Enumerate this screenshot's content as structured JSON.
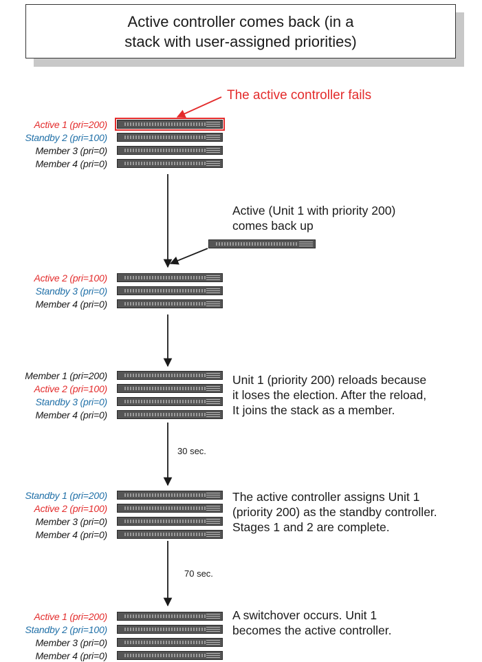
{
  "title": {
    "line1": "Active controller comes back (in a",
    "line2": "stack with user-assigned priorities)"
  },
  "stages": [
    {
      "units": [
        {
          "label": "Active 1 (pri=200)",
          "color": "#e32b2b"
        },
        {
          "label": "Standby 2 (pri=100)",
          "color": "#1f6fa7"
        },
        {
          "label": "Member 3 (pri=0)",
          "color": "#1a1a1a"
        },
        {
          "label": "Member 4 (pri=0)",
          "color": "#1a1a1a"
        }
      ]
    },
    {
      "units": [
        {
          "label": "Active 2 (pri=100)",
          "color": "#e32b2b"
        },
        {
          "label": "Standby 3 (pri=0)",
          "color": "#1f6fa7"
        },
        {
          "label": "Member 4 (pri=0)",
          "color": "#1a1a1a"
        }
      ]
    },
    {
      "units": [
        {
          "label": "Member 1 (pri=200)",
          "color": "#1a1a1a"
        },
        {
          "label": "Active 2 (pri=100)",
          "color": "#e32b2b"
        },
        {
          "label": "Standby 3 (pri=0)",
          "color": "#1f6fa7"
        },
        {
          "label": "Member 4 (pri=0)",
          "color": "#1a1a1a"
        }
      ]
    },
    {
      "units": [
        {
          "label": "Standby 1 (pri=200)",
          "color": "#1f6fa7"
        },
        {
          "label": "Active 2 (pri=100)",
          "color": "#e32b2b"
        },
        {
          "label": "Member 3 (pri=0)",
          "color": "#1a1a1a"
        },
        {
          "label": "Member 4 (pri=0)",
          "color": "#1a1a1a"
        }
      ]
    },
    {
      "units": [
        {
          "label": "Active 1 (pri=200)",
          "color": "#e32b2b"
        },
        {
          "label": "Standby 2 (pri=100)",
          "color": "#1f6fa7"
        },
        {
          "label": "Member 3 (pri=0)",
          "color": "#1a1a1a"
        },
        {
          "label": "Member 4 (pri=0)",
          "color": "#1a1a1a"
        }
      ]
    }
  ],
  "callouts": {
    "fails": "The active controller fails",
    "comes_back": {
      "line1": "Active (Unit 1 with priority 200)",
      "line2": "comes back up"
    },
    "reload": {
      "line1": "Unit 1 (priority 200) reloads because",
      "line2": "it loses the election.  After the reload,",
      "line3": "It joins the stack as a member."
    },
    "assign": {
      "line1": "The active controller assigns Unit 1",
      "line2": "(priority 200) as the standby controller.",
      "line3": "Stages 1 and 2 are complete."
    },
    "switchover": {
      "line1": "A switchover occurs. Unit 1",
      "line2": "becomes the active controller."
    }
  },
  "timers": {
    "t1": "30 sec.",
    "t2": "70 sec."
  }
}
